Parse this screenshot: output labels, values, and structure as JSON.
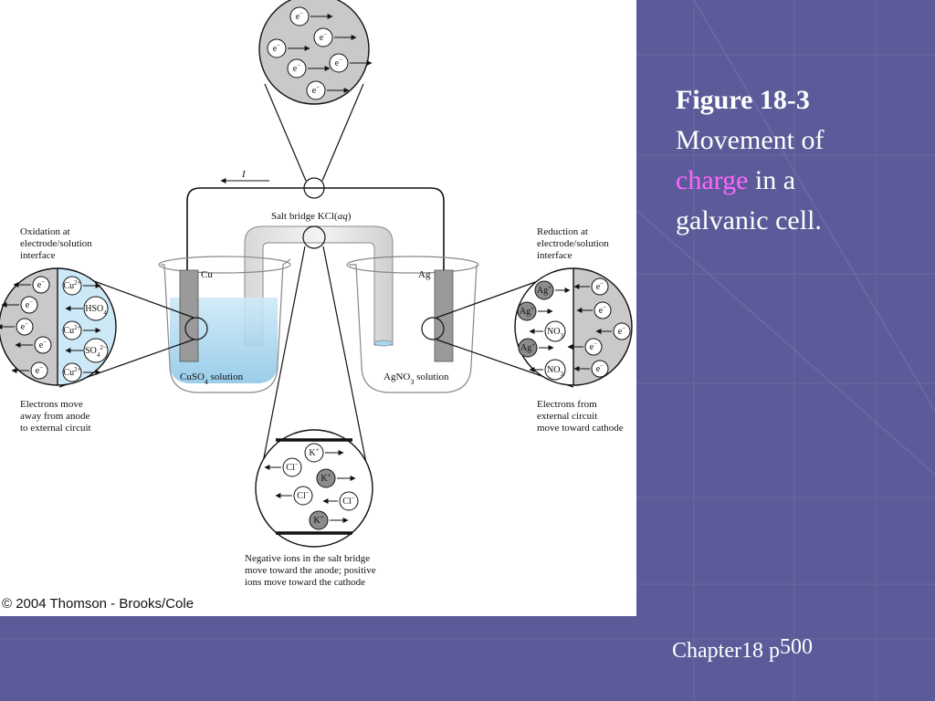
{
  "slide": {
    "caption": {
      "title": "Figure 18-3",
      "line1": "Movement of",
      "highlight": "charge",
      "line2_rest": " in a",
      "line3": "galvanic cell."
    },
    "footer": {
      "chapter": "Chapter18 p",
      "page": "500"
    },
    "copyright": "© 2004 Thomson - Brooks/Cole",
    "colors": {
      "background": "#5b5b99",
      "highlight": "#ff66ff",
      "text": "#ffffff"
    }
  },
  "diagram": {
    "current_label": "I",
    "salt_bridge_label": "Salt bridge KCl(",
    "salt_bridge_italic": "aq",
    "salt_bridge_close": ")",
    "anode": {
      "metal": "Cu",
      "solution": "CuSO",
      "solution_sub": "4",
      "solution_tail": " solution"
    },
    "cathode": {
      "metal": "Ag",
      "solution": "AgNO",
      "solution_sub": "3",
      "solution_tail": " solution"
    },
    "left_top_note": [
      "Oxidation at",
      "electrode/solution",
      "interface"
    ],
    "left_bottom_note": [
      "Electrons move",
      "away from anode",
      "to external circuit"
    ],
    "right_top_note": [
      "Reduction at",
      "electrode/solution",
      "interface"
    ],
    "right_bottom_note": [
      "Electrons from",
      "external circuit",
      "move toward cathode"
    ],
    "bridge_note": [
      "Negative ions in the salt bridge",
      "move toward the anode; positive",
      "ions move toward the cathode"
    ],
    "ions": {
      "electron": "e",
      "electron_sup": "−",
      "cu": "Cu",
      "cu_sup": "2+",
      "hso4": "HSO",
      "hso4_sub": "4",
      "so4": "SO",
      "so4_sub": "4",
      "so4_sup": "2−",
      "ag": "Ag",
      "ag_sup": "+",
      "no3": "NO",
      "no3_sub": "3",
      "k": "K",
      "k_sup": "+",
      "cl": "Cl",
      "cl_sup": "−"
    }
  }
}
